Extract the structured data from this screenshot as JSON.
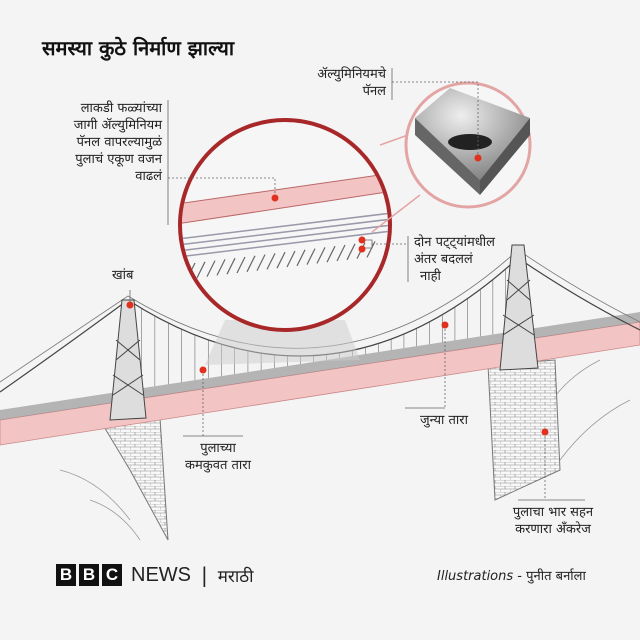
{
  "title": "समस्या कुठे निर्माण झाल्या",
  "labels": {
    "deck_weight": [
      "लाकडी फळ्यांच्या",
      "जागी ॲल्युमिनियम",
      "पॅनल वापरल्यामुळं",
      "पुलाचं एकूण वजन",
      "वाढलं"
    ],
    "aluminium_panel": [
      "ॲल्युमिनियमचे",
      "पॅनल"
    ],
    "strip_gap": [
      "दोन पट्ट्यांमधील",
      "अंतर बदललं",
      "नाही"
    ],
    "tower": "खांब",
    "weak_cables": [
      "पुलाच्या",
      "कमकुवत तारा"
    ],
    "old_cables": "जुन्या तारा",
    "anchorage": [
      "पुलाचा भार सहन",
      "करणारा अँकरेज"
    ]
  },
  "footer": {
    "brand_letters": [
      "B",
      "B",
      "C"
    ],
    "brand_news": "NEWS",
    "separator": "|",
    "language": "मराठी",
    "credit_label": "Illustrations",
    "credit_dash": "-",
    "credit_name": "पुनीत बर्नाला"
  },
  "colors": {
    "accent_red": "#e0301e",
    "zoom_circle": "#a8282a",
    "panel_circle": "#e3a4a4",
    "deck_pink": "#f2c4c4"
  }
}
